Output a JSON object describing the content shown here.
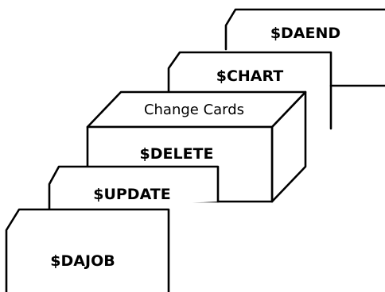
{
  "diagram": {
    "cards": [
      {
        "id": "daend",
        "label": "$DAEND"
      },
      {
        "id": "chart",
        "label": "$CHART"
      },
      {
        "id": "change",
        "label": "Change Cards"
      },
      {
        "id": "delete",
        "label": "$DELETE"
      },
      {
        "id": "update",
        "label": "$UPDATE"
      },
      {
        "id": "dajob",
        "label": "$DAJOB"
      }
    ]
  }
}
